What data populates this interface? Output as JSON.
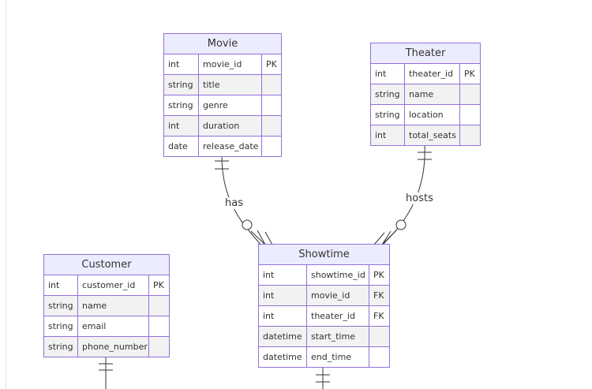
{
  "entities": {
    "movie": {
      "name": "Movie",
      "attributes": [
        {
          "type": "int",
          "name": "movie_id",
          "key": "PK"
        },
        {
          "type": "string",
          "name": "title",
          "key": ""
        },
        {
          "type": "string",
          "name": "genre",
          "key": ""
        },
        {
          "type": "int",
          "name": "duration",
          "key": ""
        },
        {
          "type": "date",
          "name": "release_date",
          "key": ""
        }
      ]
    },
    "theater": {
      "name": "Theater",
      "attributes": [
        {
          "type": "int",
          "name": "theater_id",
          "key": "PK"
        },
        {
          "type": "string",
          "name": "name",
          "key": ""
        },
        {
          "type": "string",
          "name": "location",
          "key": ""
        },
        {
          "type": "int",
          "name": "total_seats",
          "key": ""
        }
      ]
    },
    "showtime": {
      "name": "Showtime",
      "attributes": [
        {
          "type": "int",
          "name": "showtime_id",
          "key": "PK"
        },
        {
          "type": "int",
          "name": "movie_id",
          "key": "FK"
        },
        {
          "type": "int",
          "name": "theater_id",
          "key": "FK"
        },
        {
          "type": "datetime",
          "name": "start_time",
          "key": ""
        },
        {
          "type": "datetime",
          "name": "end_time",
          "key": ""
        }
      ]
    },
    "customer": {
      "name": "Customer",
      "attributes": [
        {
          "type": "int",
          "name": "customer_id",
          "key": "PK"
        },
        {
          "type": "string",
          "name": "name",
          "key": ""
        },
        {
          "type": "string",
          "name": "email",
          "key": ""
        },
        {
          "type": "string",
          "name": "phone_number",
          "key": ""
        }
      ]
    }
  },
  "relationships": {
    "has": {
      "label": "has",
      "from": "Movie",
      "to": "Showtime",
      "from_cardinality": "exactly-one",
      "to_cardinality": "zero-or-many"
    },
    "hosts": {
      "label": "hosts",
      "from": "Theater",
      "to": "Showtime",
      "from_cardinality": "exactly-one",
      "to_cardinality": "zero-or-many"
    }
  },
  "colors": {
    "border": "#9370db",
    "header_fill": "#ececff",
    "row_alt_fill": "#f2f2f2",
    "line": "#333333"
  }
}
